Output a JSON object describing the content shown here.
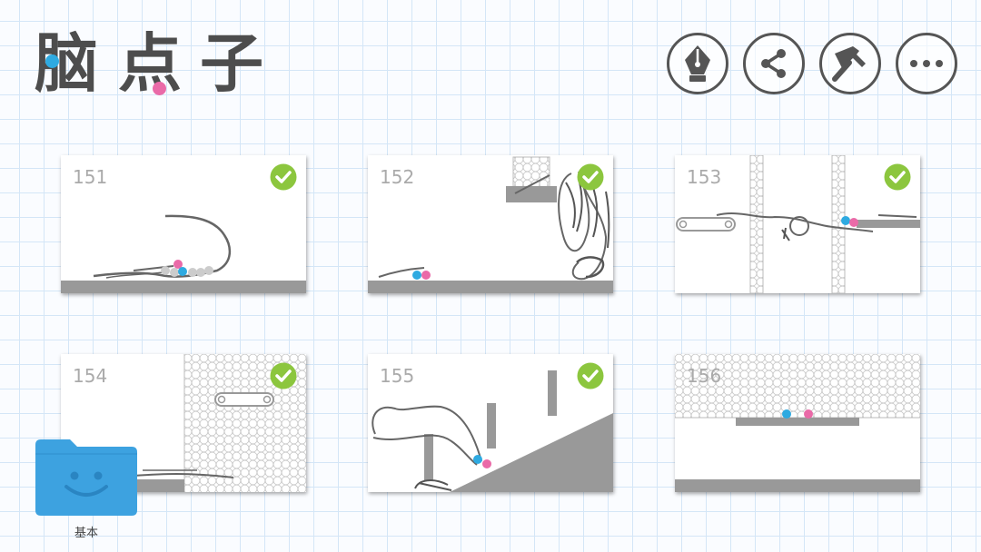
{
  "app": {
    "logo_chars": [
      "脑",
      "点",
      "子"
    ],
    "logo_dot_colors": {
      "blue": "#2eaae1",
      "pink": "#ea6aa8"
    }
  },
  "toolbar": {
    "buttons": [
      {
        "name": "pen-icon"
      },
      {
        "name": "share-icon"
      },
      {
        "name": "hammer-icon"
      },
      {
        "name": "more-icon"
      }
    ]
  },
  "levels": [
    {
      "number": "151",
      "completed": true
    },
    {
      "number": "152",
      "completed": true
    },
    {
      "number": "153",
      "completed": true
    },
    {
      "number": "154",
      "completed": true
    },
    {
      "number": "155",
      "completed": true
    },
    {
      "number": "156",
      "completed": false
    }
  ],
  "colors": {
    "check_green": "#8cc63e",
    "ball_blue": "#2eaae1",
    "ball_pink": "#ea6aa8",
    "ground_gray": "#999999",
    "folder_blue": "#3da2e0"
  },
  "folder": {
    "label": "基本",
    "icon": "smiley-folder-icon"
  }
}
